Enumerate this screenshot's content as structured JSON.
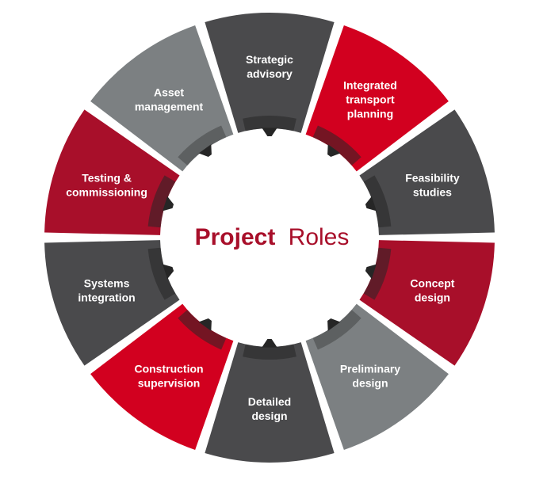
{
  "title": {
    "bold": "Project",
    "light": "Roles"
  },
  "colors": {
    "dark_gray": "#4a4a4c",
    "mid_gray": "#7c8082",
    "red": "#d2001f",
    "dark_red": "#a80f2a",
    "inner_dark": "#262626"
  },
  "segments": [
    {
      "name": "strategic-advisory",
      "lines": [
        "Strategic",
        "advisory"
      ],
      "color": "dark_gray"
    },
    {
      "name": "integrated-transport-planning",
      "lines": [
        "Integrated",
        "transport",
        "planning"
      ],
      "color": "red"
    },
    {
      "name": "feasibility-studies",
      "lines": [
        "Feasibility",
        "studies"
      ],
      "color": "dark_gray"
    },
    {
      "name": "concept-design",
      "lines": [
        "Concept",
        "design"
      ],
      "color": "dark_red"
    },
    {
      "name": "preliminary-design",
      "lines": [
        "Preliminary",
        "design"
      ],
      "color": "mid_gray"
    },
    {
      "name": "detailed-design",
      "lines": [
        "Detailed",
        "design"
      ],
      "color": "dark_gray"
    },
    {
      "name": "construction-supervision",
      "lines": [
        "Construction",
        "supervision"
      ],
      "color": "red"
    },
    {
      "name": "systems-integration",
      "lines": [
        "Systems",
        "integration"
      ],
      "color": "dark_gray"
    },
    {
      "name": "testing-commissioning",
      "lines": [
        "Testing &",
        "commissioning"
      ],
      "color": "dark_red"
    },
    {
      "name": "asset-management",
      "lines": [
        "Asset",
        "management"
      ],
      "color": "mid_gray"
    }
  ]
}
